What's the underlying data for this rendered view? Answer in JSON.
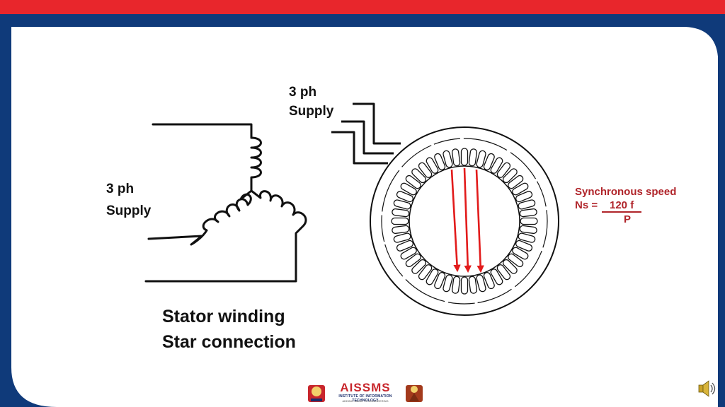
{
  "colors": {
    "top_bar_red": "#e8262c",
    "frame_blue": "#0f3a7a",
    "arrow_red": "#e21b1b",
    "formula_red": "#b0242a"
  },
  "top_supply": {
    "line1": "3 ph",
    "line2": "Supply"
  },
  "left_supply": {
    "line1": "3 ph",
    "line2": "Supply"
  },
  "caption": {
    "line1": "Stator  winding",
    "line2": "Star connection"
  },
  "formula": {
    "title": "Synchronous speed",
    "lhs": "Ns =",
    "numerator": "120 f",
    "denominator": "P"
  },
  "logo": {
    "name": "AISSMS",
    "subtitle": "INSTITUTE OF INFORMATION TECHNOLOGY",
    "tagline": "ADDING VALUE TO ENGINEERING"
  },
  "icons": {
    "speaker": "speaker-icon"
  },
  "stator": {
    "slot_count": 48
  }
}
